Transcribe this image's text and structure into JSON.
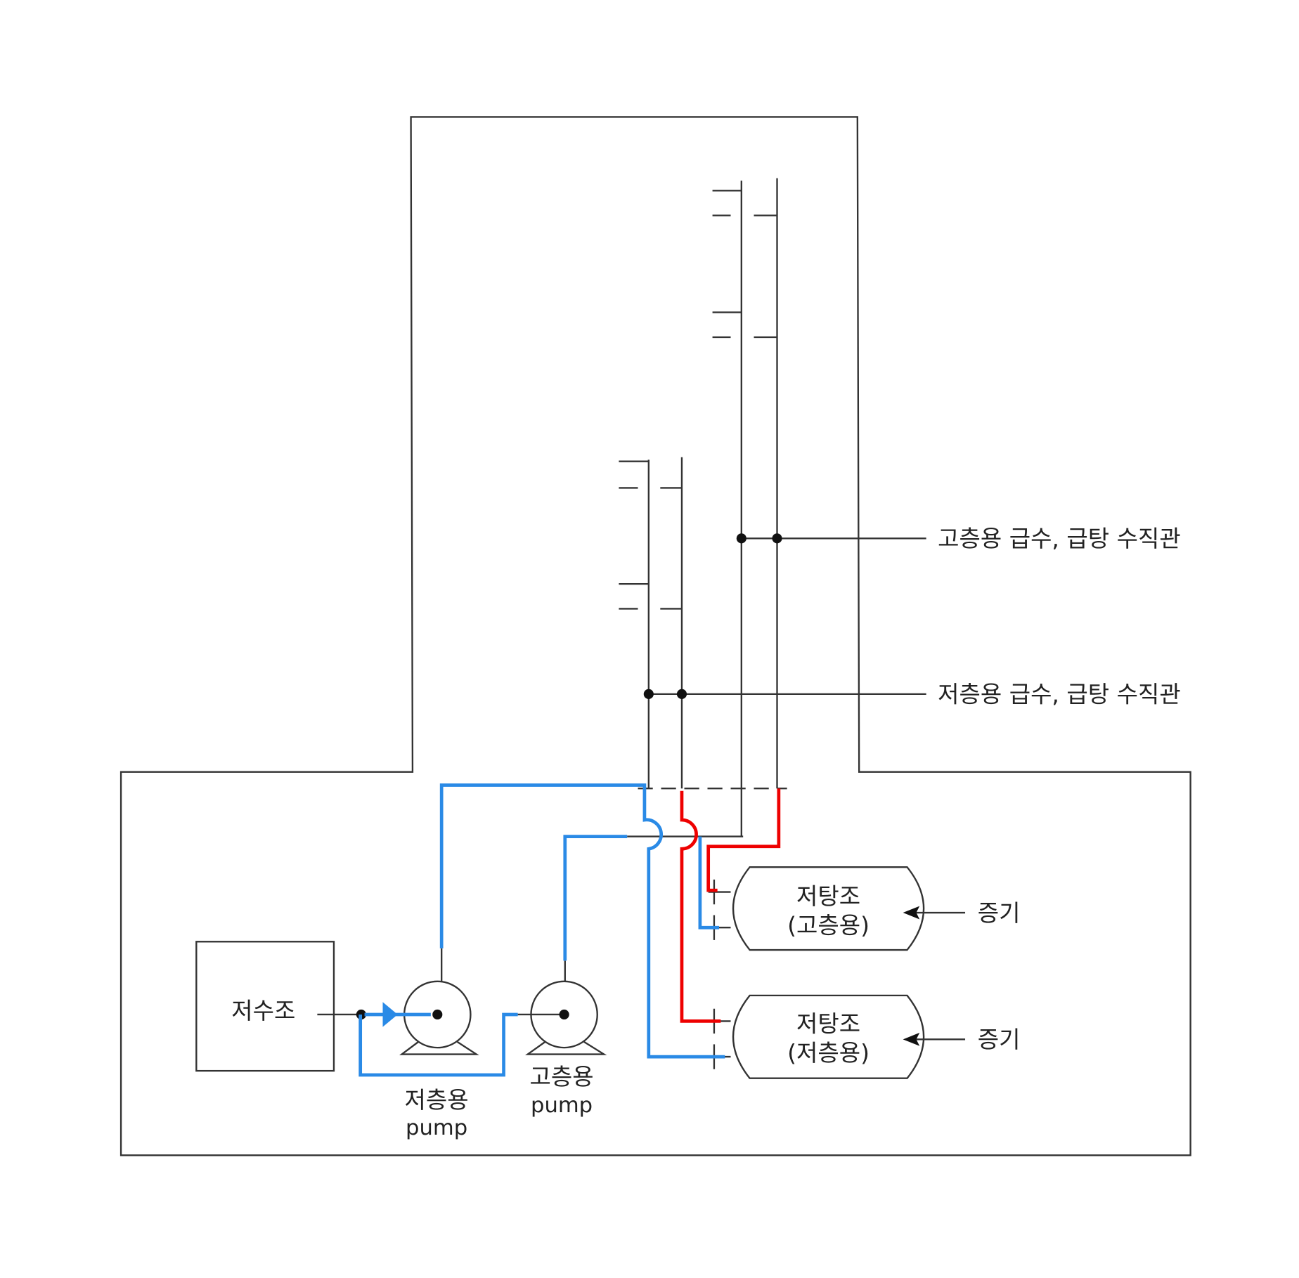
{
  "labels": {
    "high_riser": "고층용 급수, 급탕 수직관",
    "low_riser": "저층용 급수, 급탕 수직관",
    "reservoir": "저수조",
    "low_pump_line1": "저층용",
    "low_pump_line2": "pump",
    "high_pump_line1": "고층용",
    "high_pump_line2": "pump",
    "tank_high_line1": "저탕조",
    "tank_high_line2": "(고층용)",
    "tank_low_line1": "저탕조",
    "tank_low_line2": "(저층용)",
    "steam_1": "증기",
    "steam_2": "증기"
  },
  "colors": {
    "cold_water": "#2a8ae6",
    "hot_water": "#e00000",
    "line": "#333333"
  }
}
